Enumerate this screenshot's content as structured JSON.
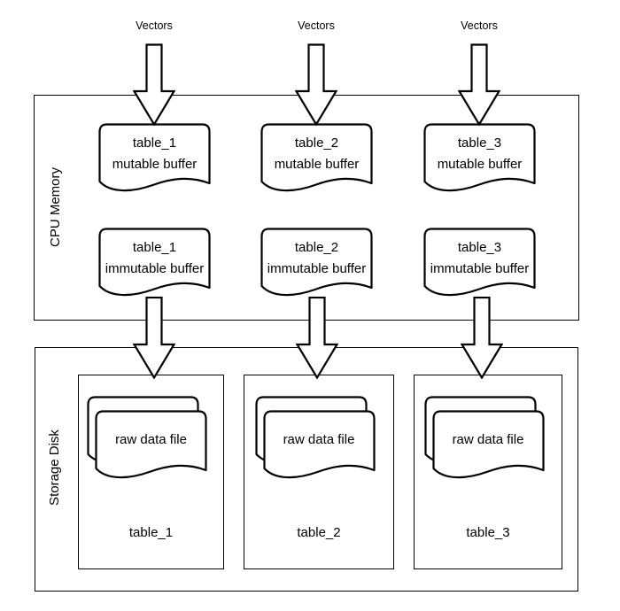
{
  "colors": {
    "line": "#000000",
    "background": "#ffffff",
    "text": "#000000"
  },
  "regions": {
    "cpu_label": "CPU Memory",
    "disk_label": "Storage Disk"
  },
  "columns": [
    {
      "vectors_label": "Vectors",
      "mutable_buffer": {
        "line1": "table_1",
        "line2": "mutable buffer"
      },
      "immutable_buffer": {
        "line1": "table_1",
        "line2": "immutable buffer"
      },
      "storage": {
        "file_label": "raw data file",
        "table_label": "table_1"
      }
    },
    {
      "vectors_label": "Vectors",
      "mutable_buffer": {
        "line1": "table_2",
        "line2": "mutable buffer"
      },
      "immutable_buffer": {
        "line1": "table_2",
        "line2": "immutable buffer"
      },
      "storage": {
        "file_label": "raw data file",
        "table_label": "table_2"
      }
    },
    {
      "vectors_label": "Vectors",
      "mutable_buffer": {
        "line1": "table_3",
        "line2": "mutable buffer"
      },
      "immutable_buffer": {
        "line1": "table_3",
        "line2": "immutable buffer"
      },
      "storage": {
        "file_label": "raw data file",
        "table_label": "table_3"
      }
    }
  ]
}
